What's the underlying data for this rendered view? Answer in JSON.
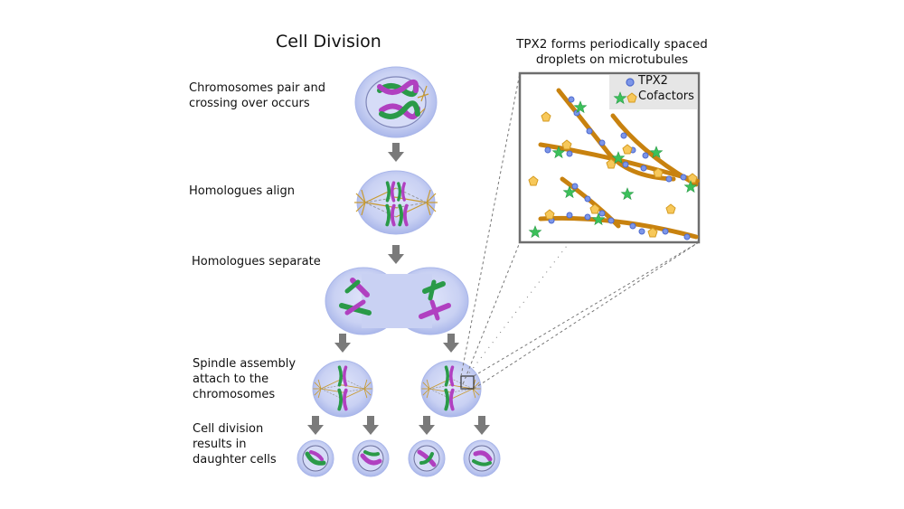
{
  "title": "Cell Division",
  "inset": {
    "title_line1": "TPX2 forms periodically spaced",
    "title_line2": "droplets on microtubules",
    "legend": {
      "tpx2": "TPX2",
      "cofactors": "Cofactors"
    }
  },
  "steps": [
    {
      "line1": "Chromosomes pair and",
      "line2": "crossing over occurs"
    },
    {
      "line1": "Homologues align"
    },
    {
      "line1": "Homologues separate"
    },
    {
      "line1": "Spindle assembly",
      "line2": "attach to the",
      "line3": "chromosomes"
    },
    {
      "line1": "Cell division",
      "line2": "results in",
      "line3": "daughter cells"
    }
  ],
  "colors": {
    "cell_fill": "#c9d1f3",
    "cell_rim": "#a9b6ea",
    "magenta": "#b040c0",
    "green": "#2a9a48",
    "spindle": "#c89a30",
    "arrow": "#7a7a7a",
    "microtubule": "#c8820f",
    "tpx2": "#7d96e8",
    "cofactor_star": "#3cc05a",
    "cofactor_pentagon": "#f7c85a"
  }
}
